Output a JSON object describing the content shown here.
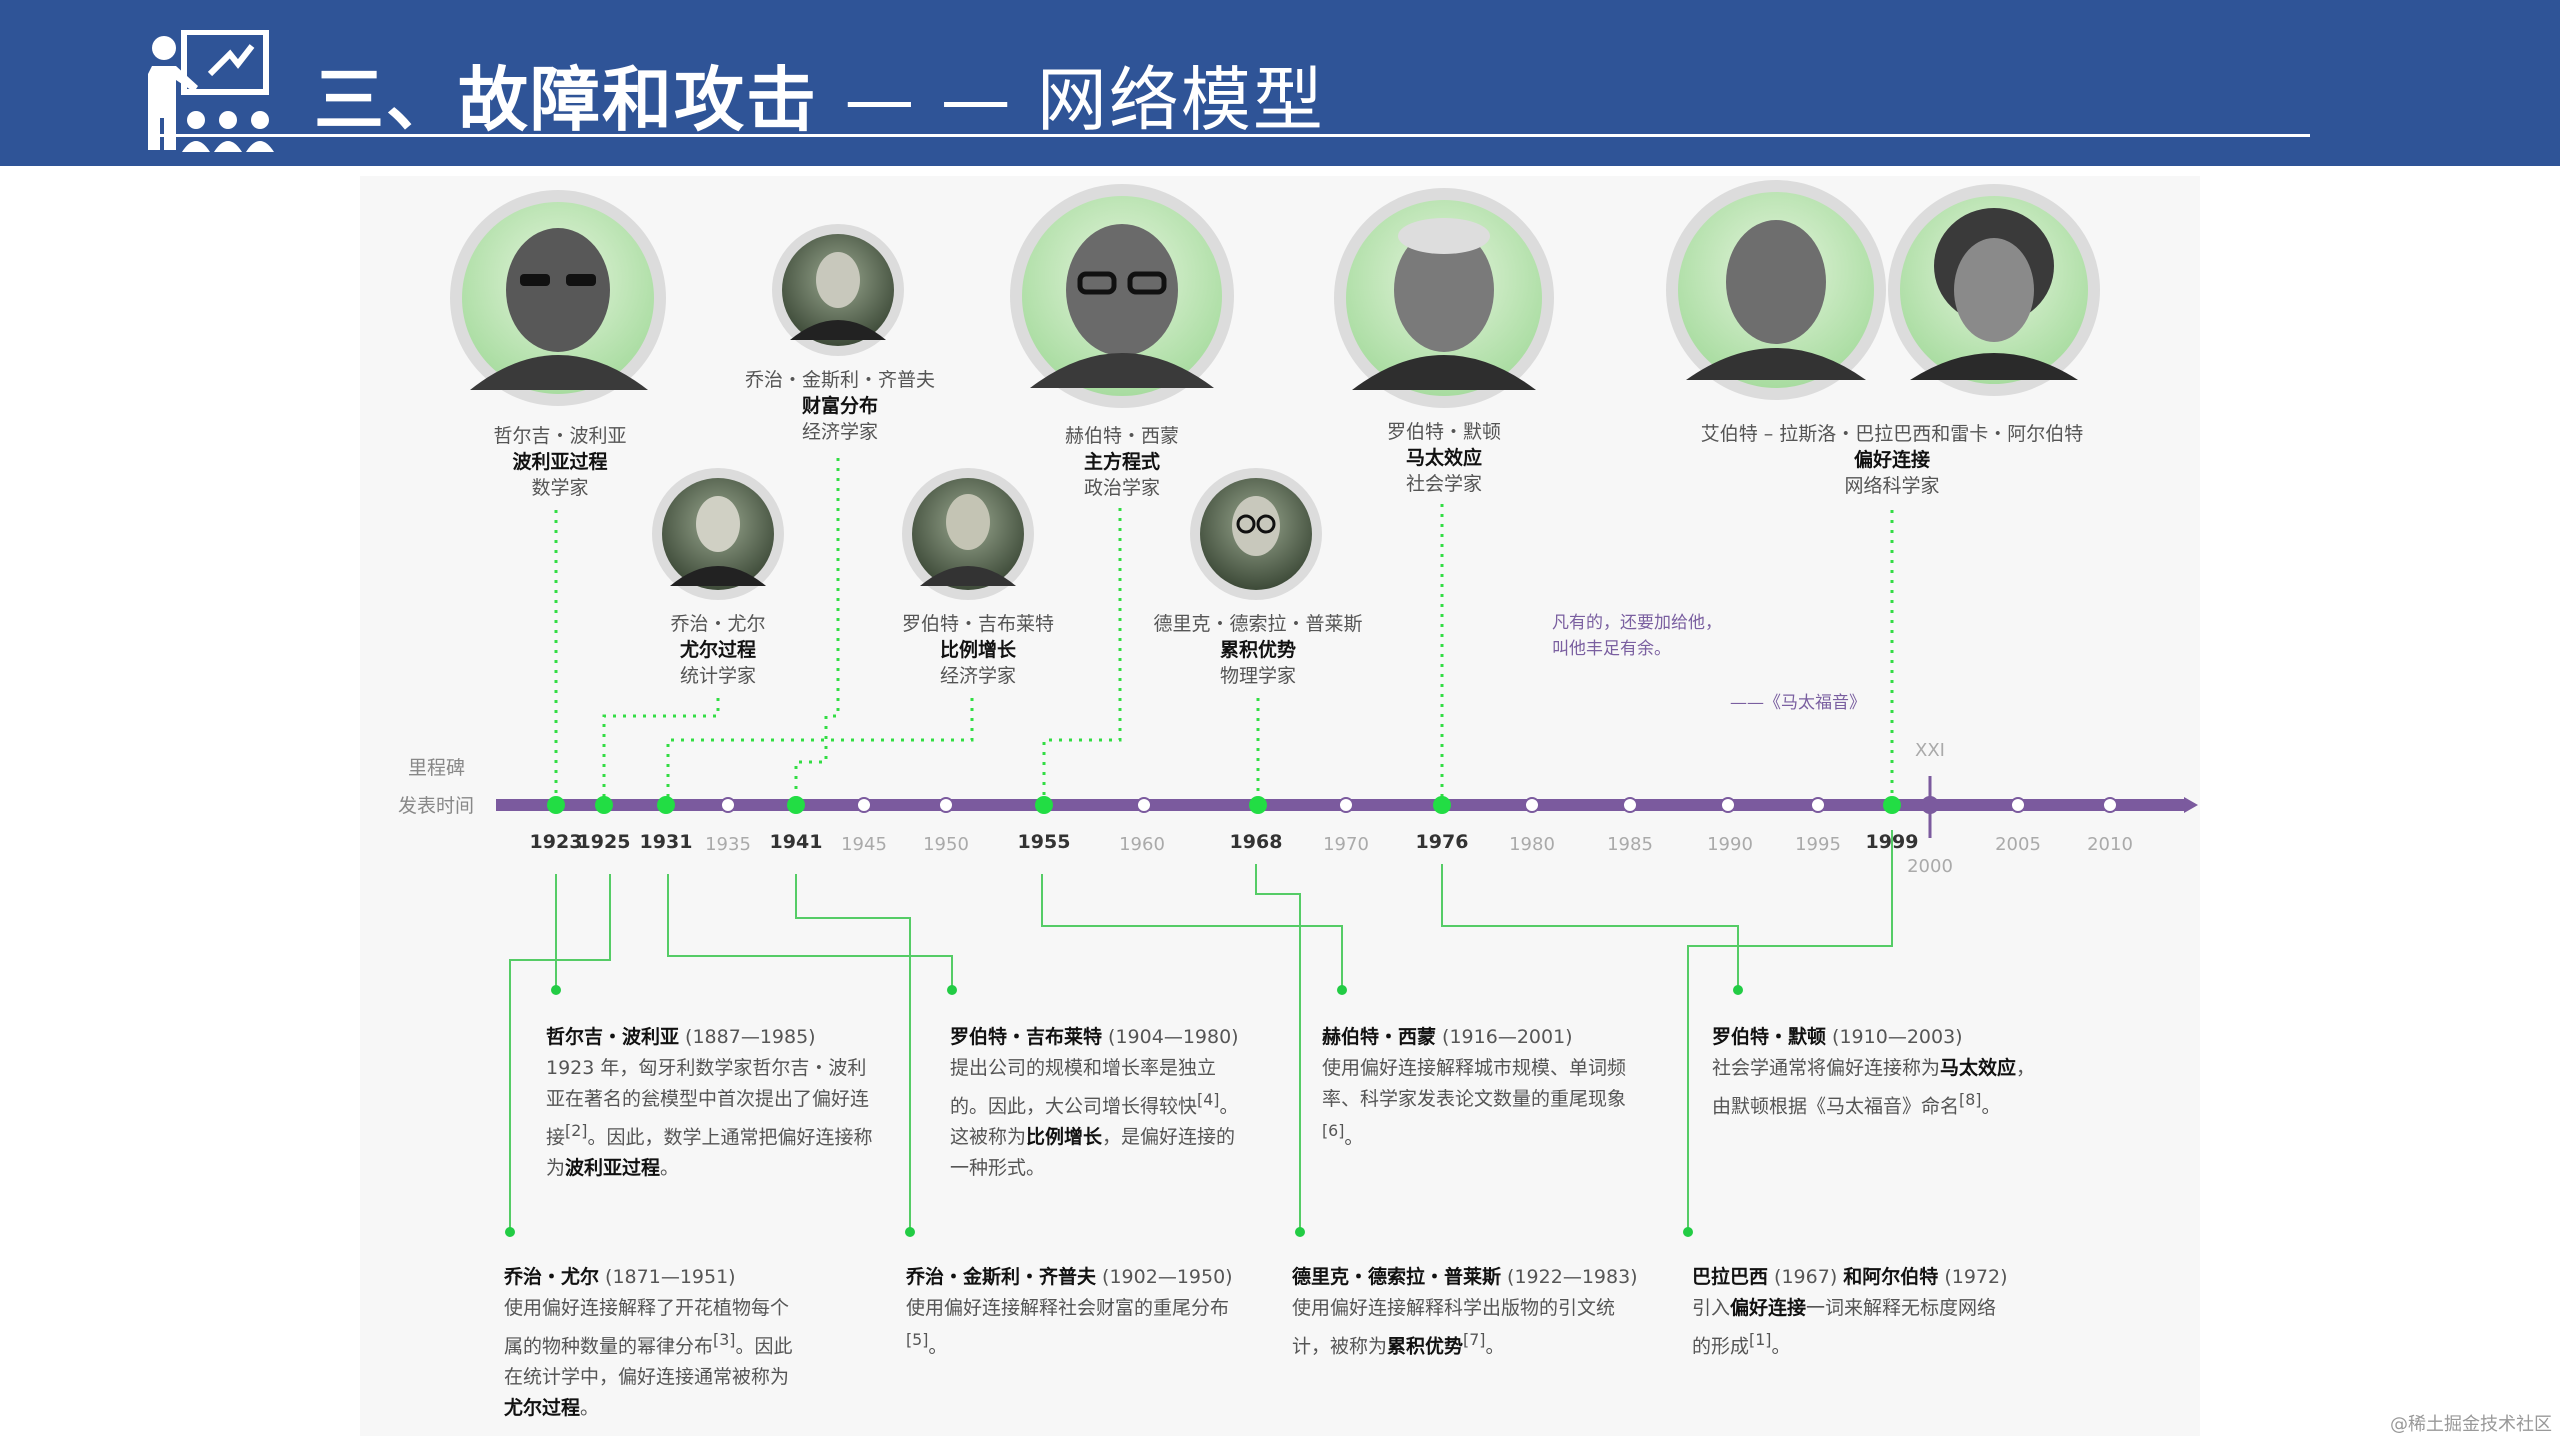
{
  "header": {
    "title_bold": "三、故障和攻击",
    "title_light": "— — 网络模型"
  },
  "timeline": {
    "milestone_label": "里程碑",
    "date_label": "发表时间",
    "xxi_label": "XXI",
    "years_major": [
      "1923",
      "1925",
      "1931",
      "1941",
      "1955",
      "1968",
      "1976",
      "1999"
    ],
    "years_minor": [
      "1935",
      "1945",
      "1950",
      "1960",
      "1970",
      "1980",
      "1985",
      "1990",
      "1995",
      "2000",
      "2005",
      "2010"
    ]
  },
  "portraits": [
    {
      "name": "哲尔吉・波利亚",
      "title": "波利亚过程",
      "role": "数学家",
      "photo": "portrait-polya"
    },
    {
      "name": "乔治・尤尔",
      "title": "尤尔过程",
      "role": "统计学家",
      "photo": "portrait-yule"
    },
    {
      "name": "乔治・金斯利・齐普夫",
      "title": "财富分布",
      "role": "经济学家",
      "photo": "portrait-zipf"
    },
    {
      "name": "罗伯特・吉布莱特",
      "title": "比例增长",
      "role": "经济学家",
      "photo": "portrait-gibrat"
    },
    {
      "name": "赫伯特・西蒙",
      "title": "主方程式",
      "role": "政治学家",
      "photo": "portrait-simon"
    },
    {
      "name": "德里克・德索拉・普莱斯",
      "title": "累积优势",
      "role": "物理学家",
      "photo": "portrait-price"
    },
    {
      "name": "罗伯特・默顿",
      "title": "马太效应",
      "role": "社会学家",
      "photo": "portrait-merton"
    },
    {
      "name": "艾伯特 – 拉斯洛・巴拉巴西和雷卡・阿尔伯特",
      "title": "偏好连接",
      "role": "网络科学家",
      "photo": "portrait-barabasi-albert"
    }
  ],
  "quote": {
    "line1": "凡有的，还要加给他，",
    "line2": "叫他丰足有余。",
    "source": "——《马太福音》"
  },
  "descriptions": {
    "polya": {
      "head": "哲尔吉・波利亚",
      "years": " (1887—1985)",
      "body": "1923 年，匈牙利数学家哲尔吉・波利亚在著名的瓮模型中首次提出了偏好连接",
      "ref": "[2]",
      "body2": "。因此，数学上通常把偏好连接称为",
      "key": "波利亚过程",
      "end": "。"
    },
    "gibrat": {
      "head": "罗伯特・吉布莱特",
      "years": " (1904—1980)",
      "body": "提出公司的规模和增长率是独立的。因此，大公司增长得较快",
      "ref": "[4]",
      "body2": "。这被称为",
      "key": "比例增长",
      "end": "，是偏好连接的一种形式。"
    },
    "simon": {
      "head": "赫伯特・西蒙",
      "years": " (1916—2001)",
      "body": "使用偏好连接解释城市规模、单词频率、科学家发表论文数量的重尾现象",
      "ref": "[6]",
      "end": "。"
    },
    "merton": {
      "head": "罗伯特・默顿",
      "years": " (1910—2003)",
      "body": "社会学通常将偏好连接称为",
      "key": "马太效应",
      "body2": "，由默顿根据《马太福音》命名",
      "ref": "[8]",
      "end": "。"
    },
    "yule": {
      "head": "乔治・尤尔",
      "years": " (1871—1951)",
      "body": "使用偏好连接解释了开花植物每个属的物种数量的幂律分布",
      "ref": "[3]",
      "body2": "。因此在统计学中，偏好连接通常被称为",
      "key": "尤尔过程",
      "end": "。"
    },
    "zipf": {
      "head": "乔治・金斯利・齐普夫",
      "years": " (1902—1950)",
      "body": "使用偏好连接解释社会财富的重尾分布",
      "ref": "[5]",
      "end": "。"
    },
    "price": {
      "head": "德里克・德索拉・普莱斯",
      "years": " (1922—1983)",
      "body": "使用偏好连接解释科学出版物的引文统计，被称为",
      "key": "累积优势",
      "ref": "[7]",
      "end": "。"
    },
    "barabasi": {
      "head": "巴拉巴西",
      "years": " (1967) ",
      "head2": "和阿尔伯特",
      "years2": " (1972)",
      "body": "引入",
      "key": "偏好连接",
      "body2": "一词来解释无标度网络的形成",
      "ref": "[1]",
      "end": "。"
    }
  },
  "watermark": "@稀土掘金技术社区",
  "colors": {
    "header": "#2f5497",
    "timeline": "#7b5a9e",
    "accent": "#22dd44",
    "connector": "#55cc66"
  }
}
